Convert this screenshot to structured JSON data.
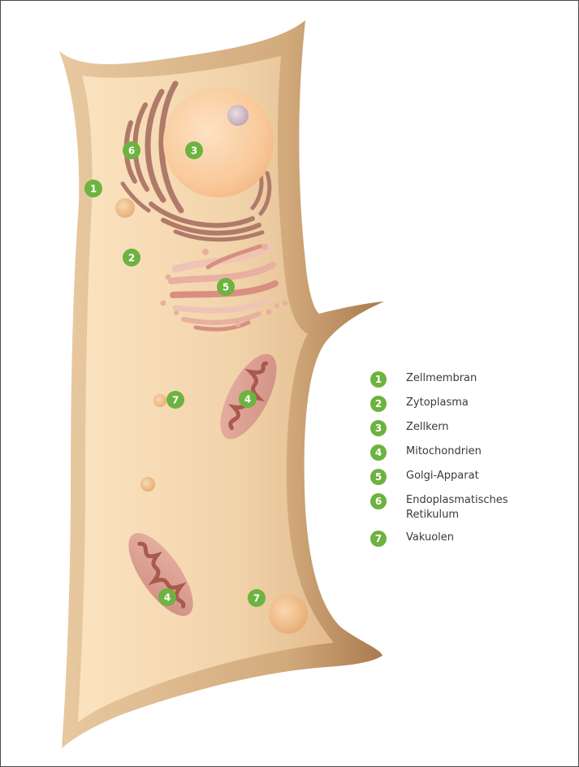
{
  "markers": {
    "m1": "1",
    "m2": "2",
    "m3": "3",
    "m4a": "4",
    "m4b": "4",
    "m5": "5",
    "m6": "6",
    "m7a": "7",
    "m7b": "7"
  },
  "legend": [
    {
      "num": "1",
      "label": "Zellmembran"
    },
    {
      "num": "2",
      "label": "Zytoplasma"
    },
    {
      "num": "3",
      "label": "Zellkern"
    },
    {
      "num": "4",
      "label": "Mitochondrien"
    },
    {
      "num": "5",
      "label": "Golgi-Apparat"
    },
    {
      "num": "6",
      "label": "Endoplasmatisches Retikulum"
    },
    {
      "num": "7",
      "label": "Vakuolen"
    }
  ],
  "colors": {
    "marker_green": "#6cb33f",
    "membrane": "#c49a6c",
    "cytoplasm": "#f2d6ae",
    "nucleus": "#f9c99a",
    "mitochondria": "#c98474",
    "golgi": "#e8b0a0"
  }
}
